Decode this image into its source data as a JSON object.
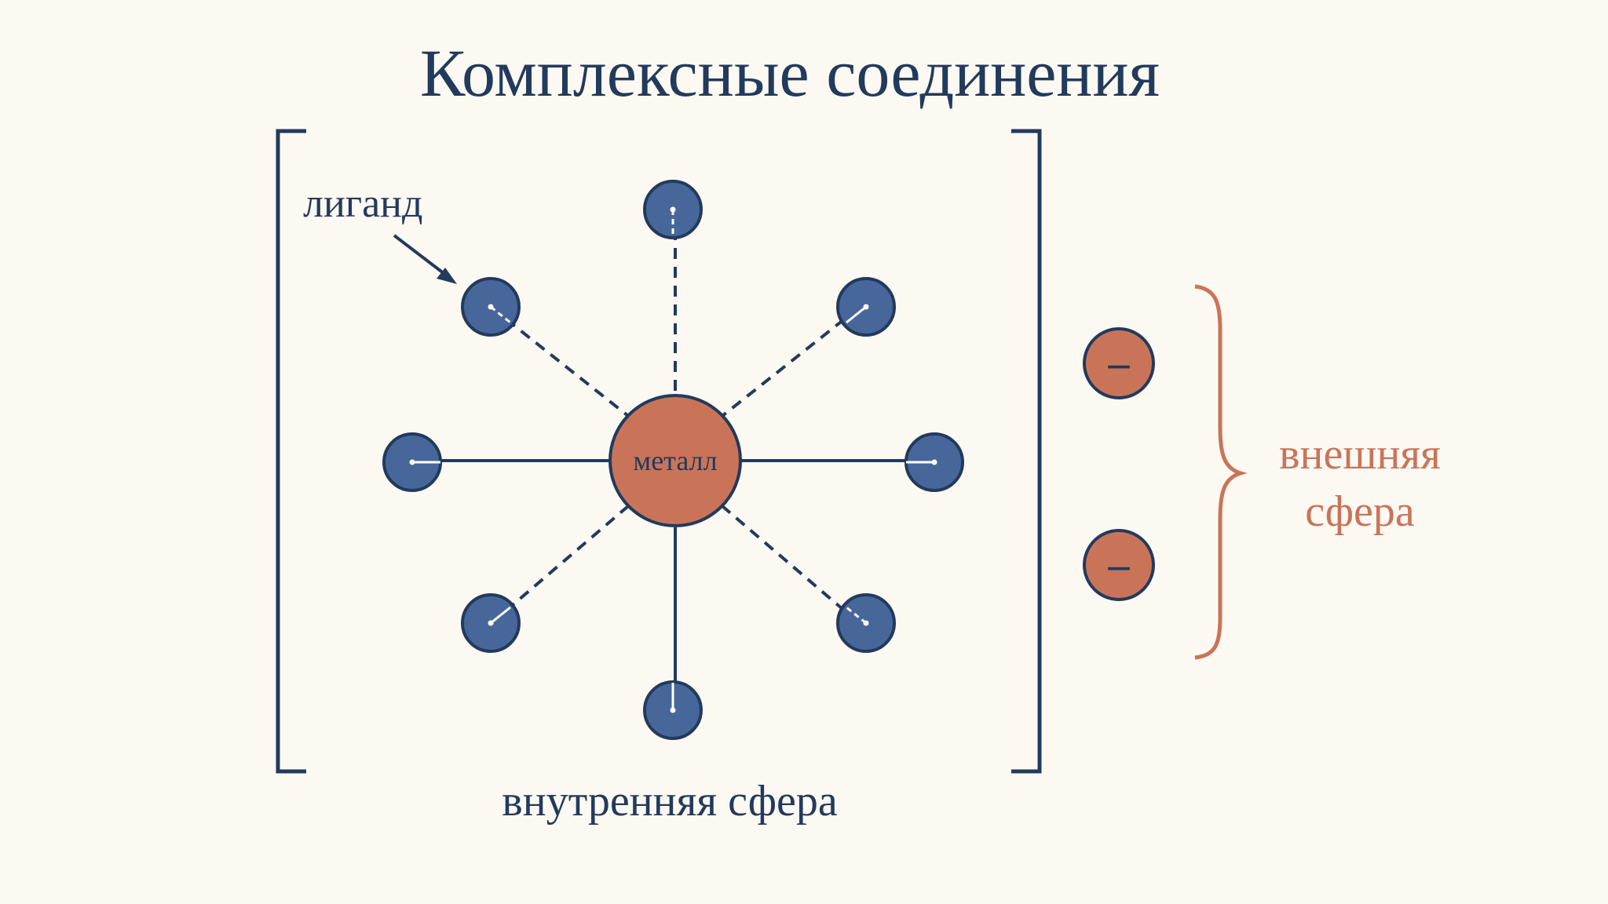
{
  "title": "Комплексные соединения",
  "center_label": "металл",
  "ligand_label": "лиганд",
  "inner_sphere_label": "внутренняя сфера",
  "outer_sphere_label_line1": "внешняя",
  "outer_sphere_label_line2": "сфера",
  "counter_ion_sign": "–",
  "ligand_count": 8,
  "counter_ion_count": 2,
  "colors": {
    "background": "#fcf9f3",
    "navy": "#223a5c",
    "ligand_fill": "#47679a",
    "metal_fill": "#c97459",
    "outer_sphere_text": "#c97459"
  }
}
